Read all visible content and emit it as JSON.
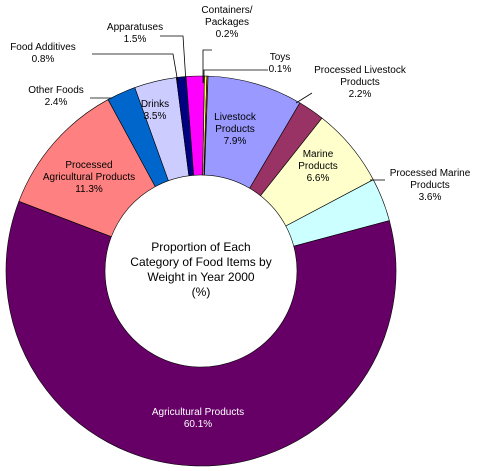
{
  "chart_data": {
    "type": "pie",
    "title": "Proportion of Each Category of Food Items by Weight in Year 2000 (%)",
    "title_lines": [
      "Proportion of Each",
      "Category of Food Items by",
      "Weight in Year 2000",
      "(%)"
    ],
    "donut": true,
    "slices": [
      {
        "name": "Containers/ Packages",
        "value": 0.2,
        "value_label": "0.2%",
        "color": "#FFFF66",
        "label_lines": [
          "Containers/",
          "Packages"
        ]
      },
      {
        "name": "Toys",
        "value": 0.1,
        "value_label": "0.1%",
        "color": "#FF6600",
        "label_lines": [
          "Toys"
        ]
      },
      {
        "name": "Livestock Products",
        "value": 7.9,
        "value_label": "7.9%",
        "color": "#9999FF",
        "label_lines": [
          "Livestock",
          "Products"
        ]
      },
      {
        "name": "Processed Livestock Products",
        "value": 2.2,
        "value_label": "2.2%",
        "color": "#993366",
        "label_lines": [
          "Processed Livestock",
          "Products"
        ]
      },
      {
        "name": "Marine Products",
        "value": 6.6,
        "value_label": "6.6%",
        "color": "#FFFFCC",
        "label_lines": [
          "Marine",
          "Products"
        ]
      },
      {
        "name": "Processed Marine Products",
        "value": 3.6,
        "value_label": "3.6%",
        "color": "#CCFFFF",
        "label_lines": [
          "Processed Marine",
          "Products"
        ]
      },
      {
        "name": "Agricultural Products",
        "value": 60.1,
        "value_label": "60.1%",
        "color": "#660066",
        "label_lines": [
          "Agricultural Products"
        ]
      },
      {
        "name": "Processed Agricultural Products",
        "value": 11.3,
        "value_label": "11.3%",
        "color": "#FF8080",
        "label_lines": [
          "Processed",
          "Agricultural Products"
        ]
      },
      {
        "name": "Other Foods",
        "value": 2.4,
        "value_label": "2.4%",
        "color": "#0066CC",
        "label_lines": [
          "Other Foods"
        ]
      },
      {
        "name": "Drinks",
        "value": 3.5,
        "value_label": "3.5%",
        "color": "#CCCCFF",
        "label_lines": [
          "Drinks"
        ]
      },
      {
        "name": "Food Additives",
        "value": 0.8,
        "value_label": "0.8%",
        "color": "#000080",
        "label_lines": [
          "Food Additives"
        ]
      },
      {
        "name": "Apparatuses",
        "value": 1.5,
        "value_label": "1.5%",
        "color": "#FF00FF",
        "label_lines": [
          "Apparatuses"
        ]
      }
    ]
  }
}
